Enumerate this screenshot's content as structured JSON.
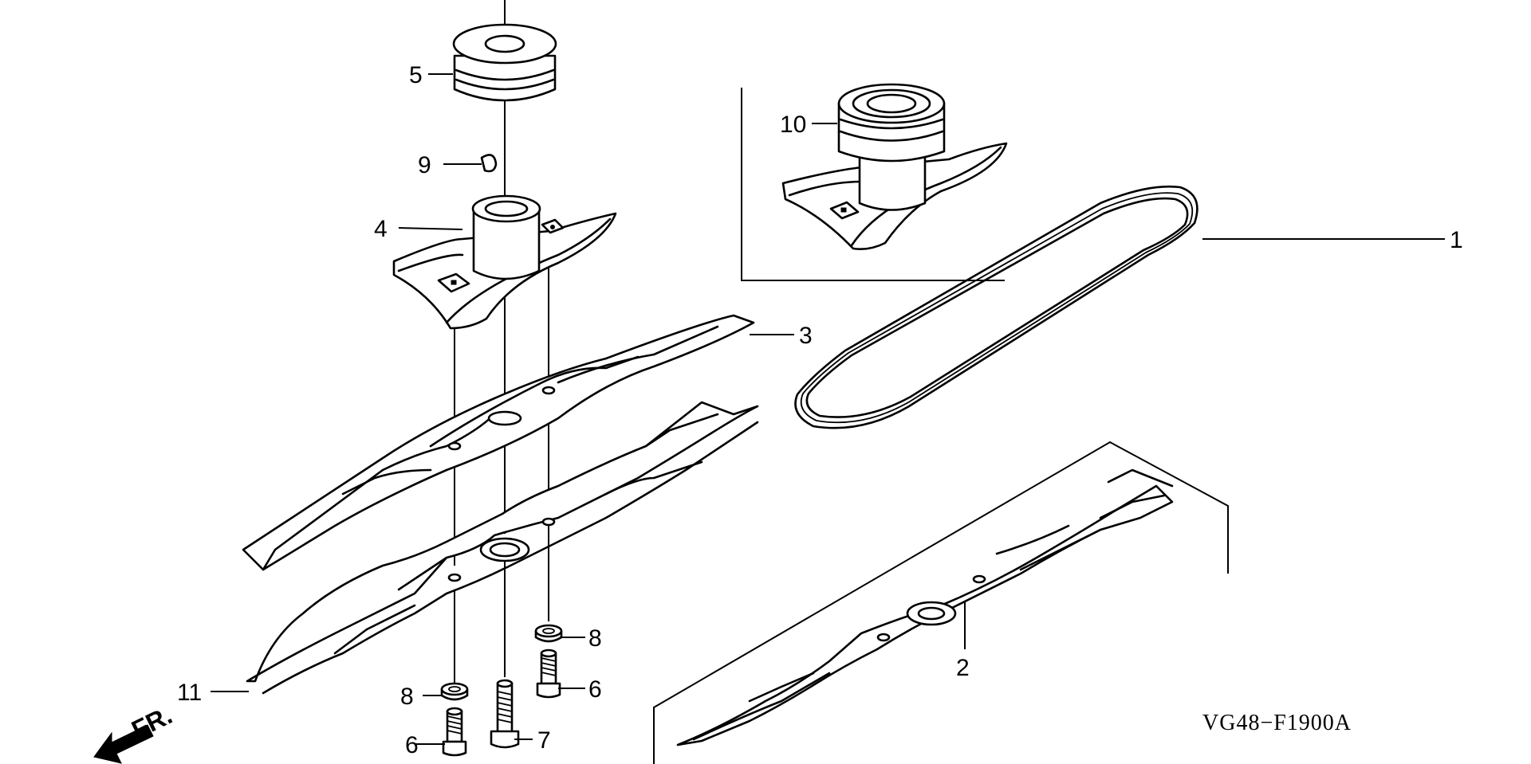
{
  "diagram": {
    "drawing_code": "VG48−F1900A",
    "direction_label": "FR.",
    "callouts": [
      {
        "id": "c1",
        "number": "1",
        "part": "belt"
      },
      {
        "id": "c2",
        "number": "2",
        "part": "blade-alt"
      },
      {
        "id": "c3",
        "number": "3",
        "part": "upper-blade"
      },
      {
        "id": "c4",
        "number": "4",
        "part": "blade-holder"
      },
      {
        "id": "c5",
        "number": "5",
        "part": "pulley"
      },
      {
        "id": "c6a",
        "number": "6",
        "part": "bolt"
      },
      {
        "id": "c6b",
        "number": "6",
        "part": "bolt"
      },
      {
        "id": "c7",
        "number": "7",
        "part": "center-bolt"
      },
      {
        "id": "c8a",
        "number": "8",
        "part": "washer"
      },
      {
        "id": "c8b",
        "number": "8",
        "part": "washer"
      },
      {
        "id": "c9",
        "number": "9",
        "part": "key"
      },
      {
        "id": "c10",
        "number": "10",
        "part": "holder-assembly"
      },
      {
        "id": "c11",
        "number": "11",
        "part": "lower-blade"
      }
    ]
  }
}
